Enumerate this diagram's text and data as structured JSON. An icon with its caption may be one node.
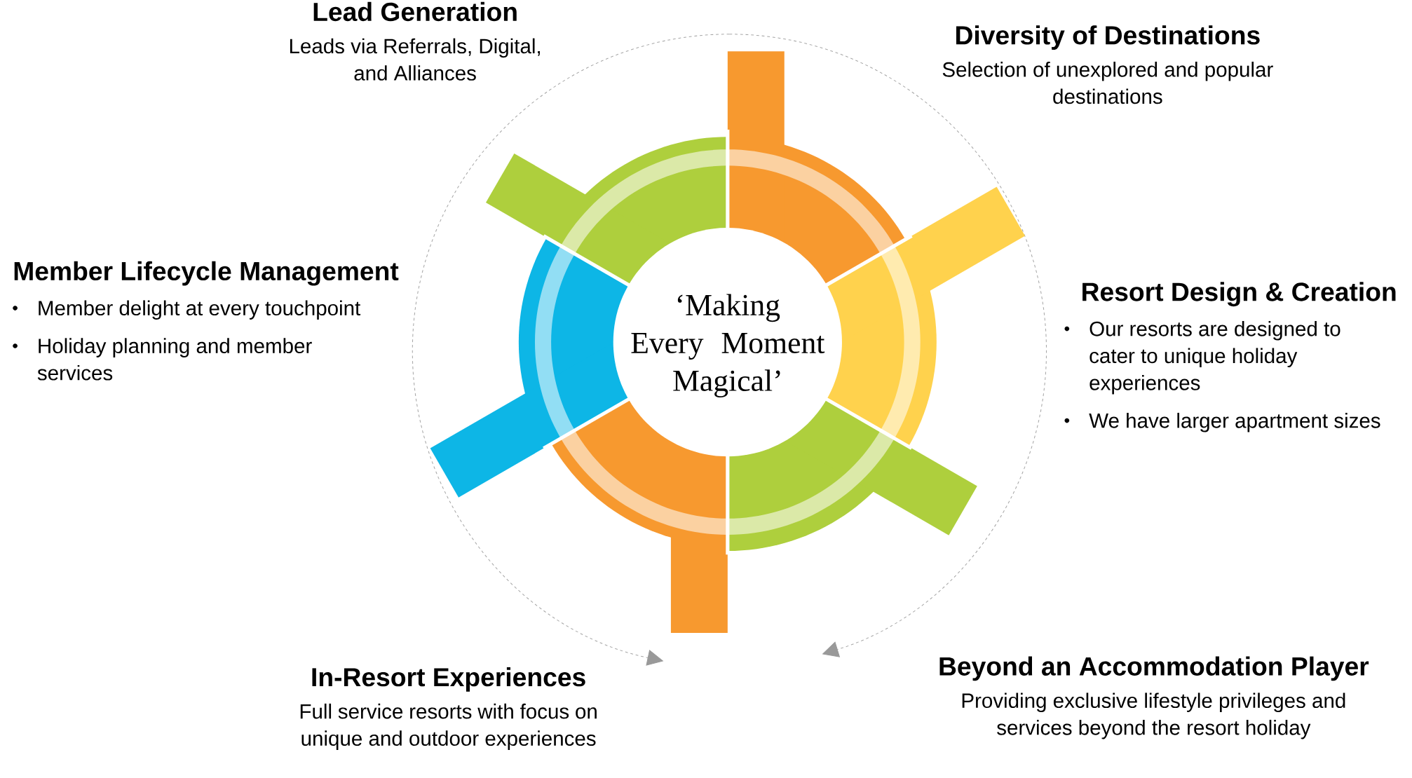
{
  "diagram": {
    "nodes": [
      {
        "text": [
          "‘Making Every Moment Magical’"
        ]
      },
      {
        "text": [
          "Lead Generation",
          "Leads via Referrals, Digital, and Alliances"
        ]
      },
      {
        "text": [
          "Diversity of Destinations",
          "Selection of unexplored and popular destinations"
        ]
      },
      {
        "text": [
          "Member Lifecycle Management",
          "Member delight at every touchpoint",
          "Holiday planning and member services"
        ]
      },
      {
        "text": [
          "Resort Design & Creation",
          "Our resorts are designed to cater to unique holiday experiences",
          "We have larger apartment sizes"
        ]
      },
      {
        "text": [
          "Beyond an Accommodation Player",
          "Providing exclusive lifestyle privileges and services beyond the resort holiday"
        ]
      },
      {
        "text": [
          "In-Resort Experiences",
          "Full service resorts with focus on unique and outdoor experiences"
        ]
      }
    ]
  }
}
